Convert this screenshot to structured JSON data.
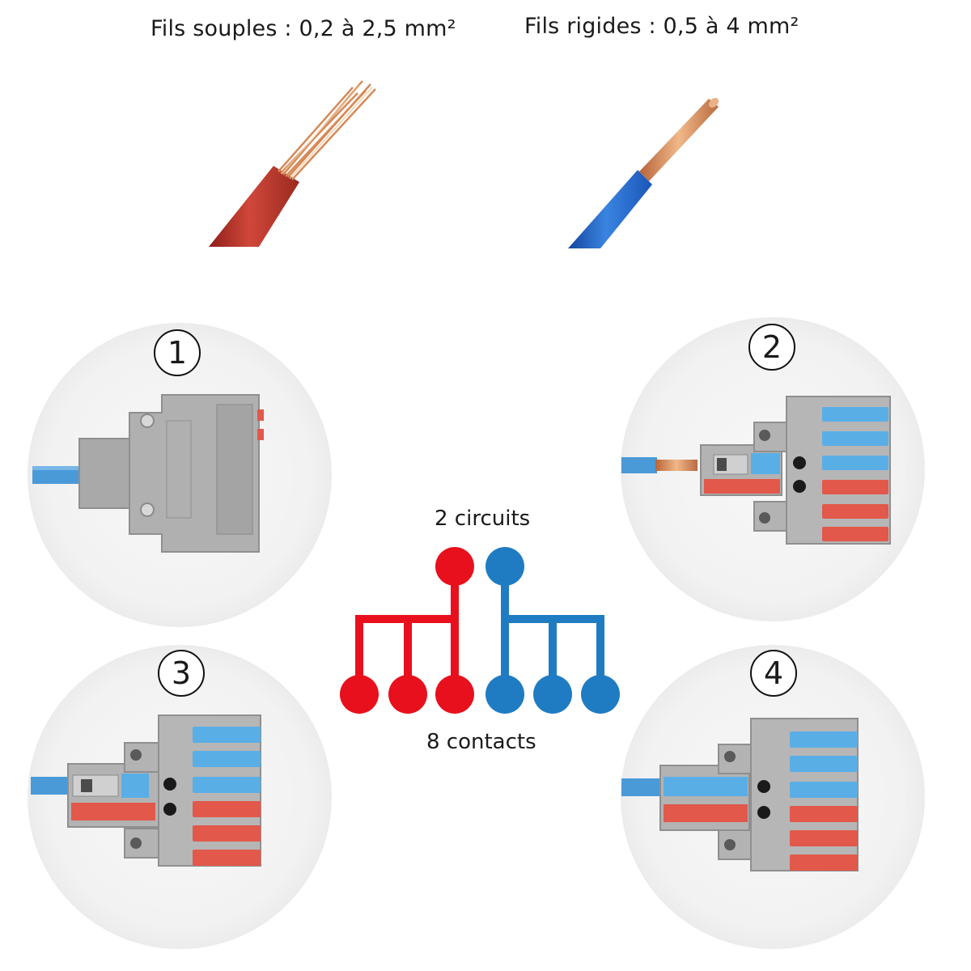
{
  "captions": {
    "flexible": "Fils souples : 0,2 à 2,5 mm²",
    "rigid": "Fils rigides : 0,5 à 4 mm²"
  },
  "diagram": {
    "circuits_label": "2 circuits",
    "contacts_label": "8 contacts"
  },
  "steps": [
    "1",
    "2",
    "3",
    "4"
  ],
  "colors": {
    "red_circuit": "#e8101c",
    "blue_circuit": "#1f7cc2",
    "wire_red": "#c0392b",
    "wire_blue": "#1f63c9",
    "copper": "#d9905c",
    "connector_body": "#a8a8a8",
    "lever_blue": "#5aaee6",
    "lever_red": "#e2584a"
  }
}
